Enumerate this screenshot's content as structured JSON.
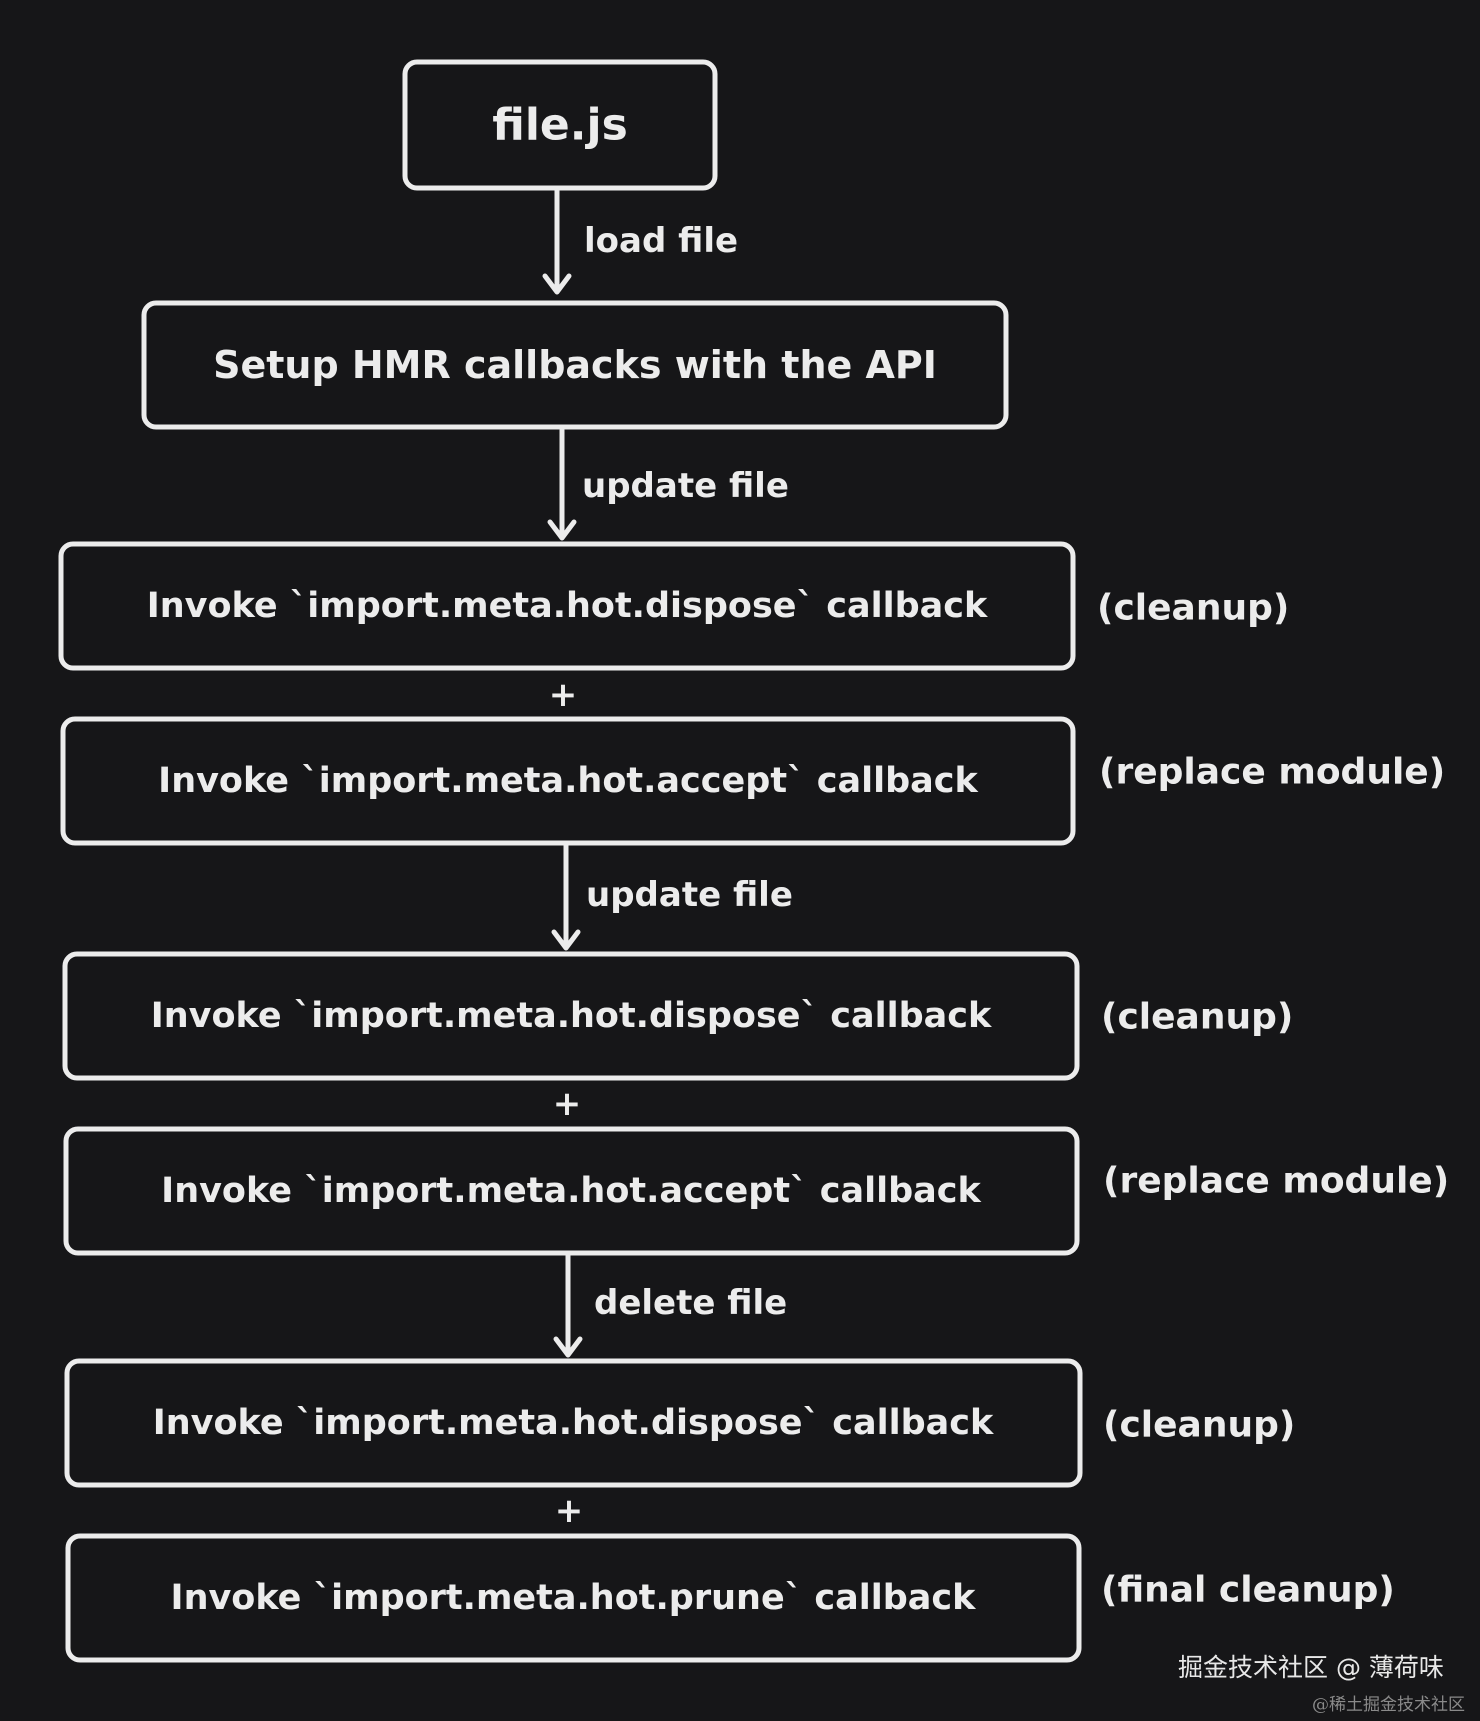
{
  "nodes": [
    {
      "id": "file",
      "label": "file.js"
    },
    {
      "id": "setup",
      "label": "Setup HMR callbacks with the API"
    },
    {
      "id": "dispose1",
      "label": "Invoke `import.meta.hot.dispose` callback",
      "note": "(cleanup)"
    },
    {
      "id": "accept1",
      "label": "Invoke `import.meta.hot.accept` callback",
      "note": "(replace module)"
    },
    {
      "id": "dispose2",
      "label": "Invoke `import.meta.hot.dispose` callback",
      "note": "(cleanup)"
    },
    {
      "id": "accept2",
      "label": "Invoke `import.meta.hot.accept` callback",
      "note": "(replace module)"
    },
    {
      "id": "dispose3",
      "label": "Invoke `import.meta.hot.dispose` callback",
      "note": "(cleanup)"
    },
    {
      "id": "prune",
      "label": "Invoke `import.meta.hot.prune` callback",
      "note": "(final cleanup)"
    }
  ],
  "edges": [
    {
      "from": "file",
      "to": "setup",
      "label": "load file"
    },
    {
      "from": "setup",
      "to": "dispose1",
      "label": "update file"
    },
    {
      "from": "accept1",
      "to": "dispose2",
      "label": "update file"
    },
    {
      "from": "accept2",
      "to": "dispose3",
      "label": "delete file"
    }
  ],
  "joiners": [
    {
      "between": [
        "dispose1",
        "accept1"
      ],
      "symbol": "+"
    },
    {
      "between": [
        "dispose2",
        "accept2"
      ],
      "symbol": "+"
    },
    {
      "between": [
        "dispose3",
        "prune"
      ],
      "symbol": "+"
    }
  ],
  "watermark": {
    "primary": "掘金技术社区 @ 薄荷味",
    "secondary": "@稀土掘金技术社区"
  },
  "colors": {
    "background": "#161618",
    "foreground": "#ececec"
  }
}
